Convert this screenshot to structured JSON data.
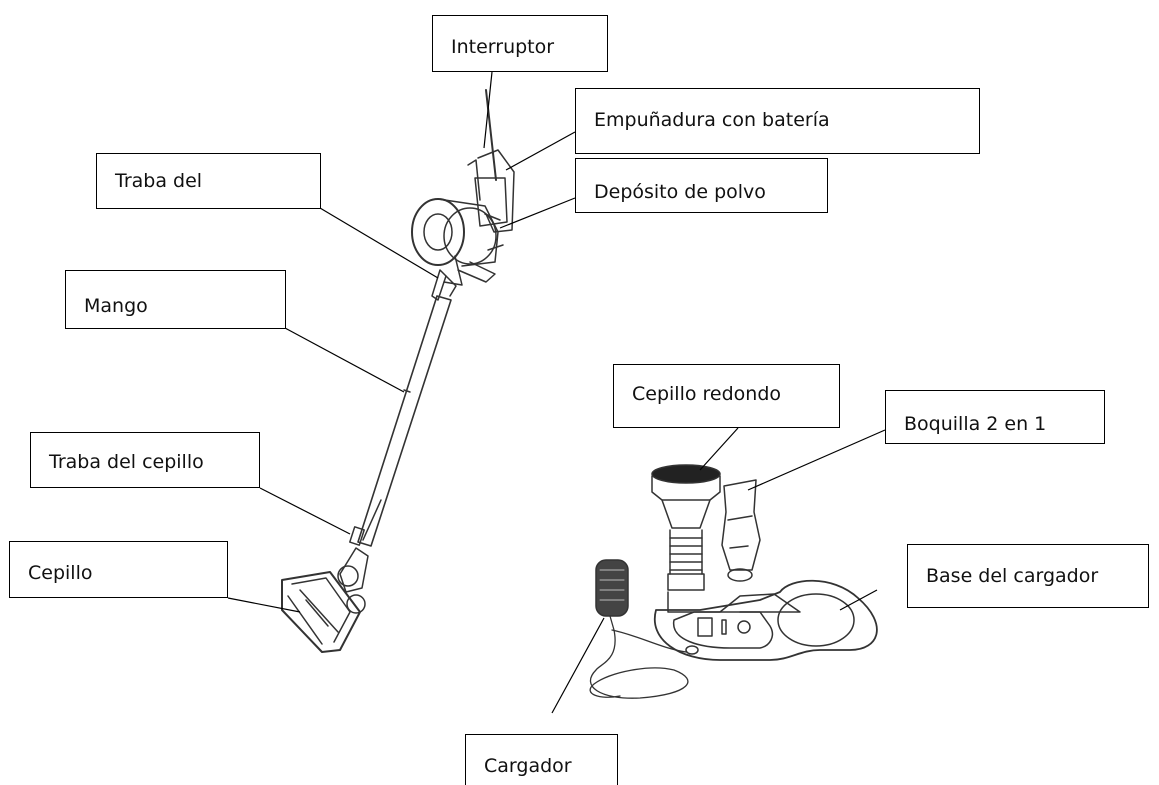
{
  "labels": {
    "interruptor": "Interruptor",
    "empunadura": "Empuñadura con batería",
    "deposito": "Depósito de polvo",
    "traba_del": "Traba del",
    "mango": "Mango",
    "traba_cepillo": "Traba del cepillo",
    "cepillo": "Cepillo",
    "cepillo_redondo": "Cepillo redondo",
    "boquilla": "Boquilla 2 en 1",
    "base_cargador": "Base del cargador",
    "cargador": "Cargador"
  },
  "colors": {
    "line": "#000000",
    "drawing": "#333333"
  }
}
